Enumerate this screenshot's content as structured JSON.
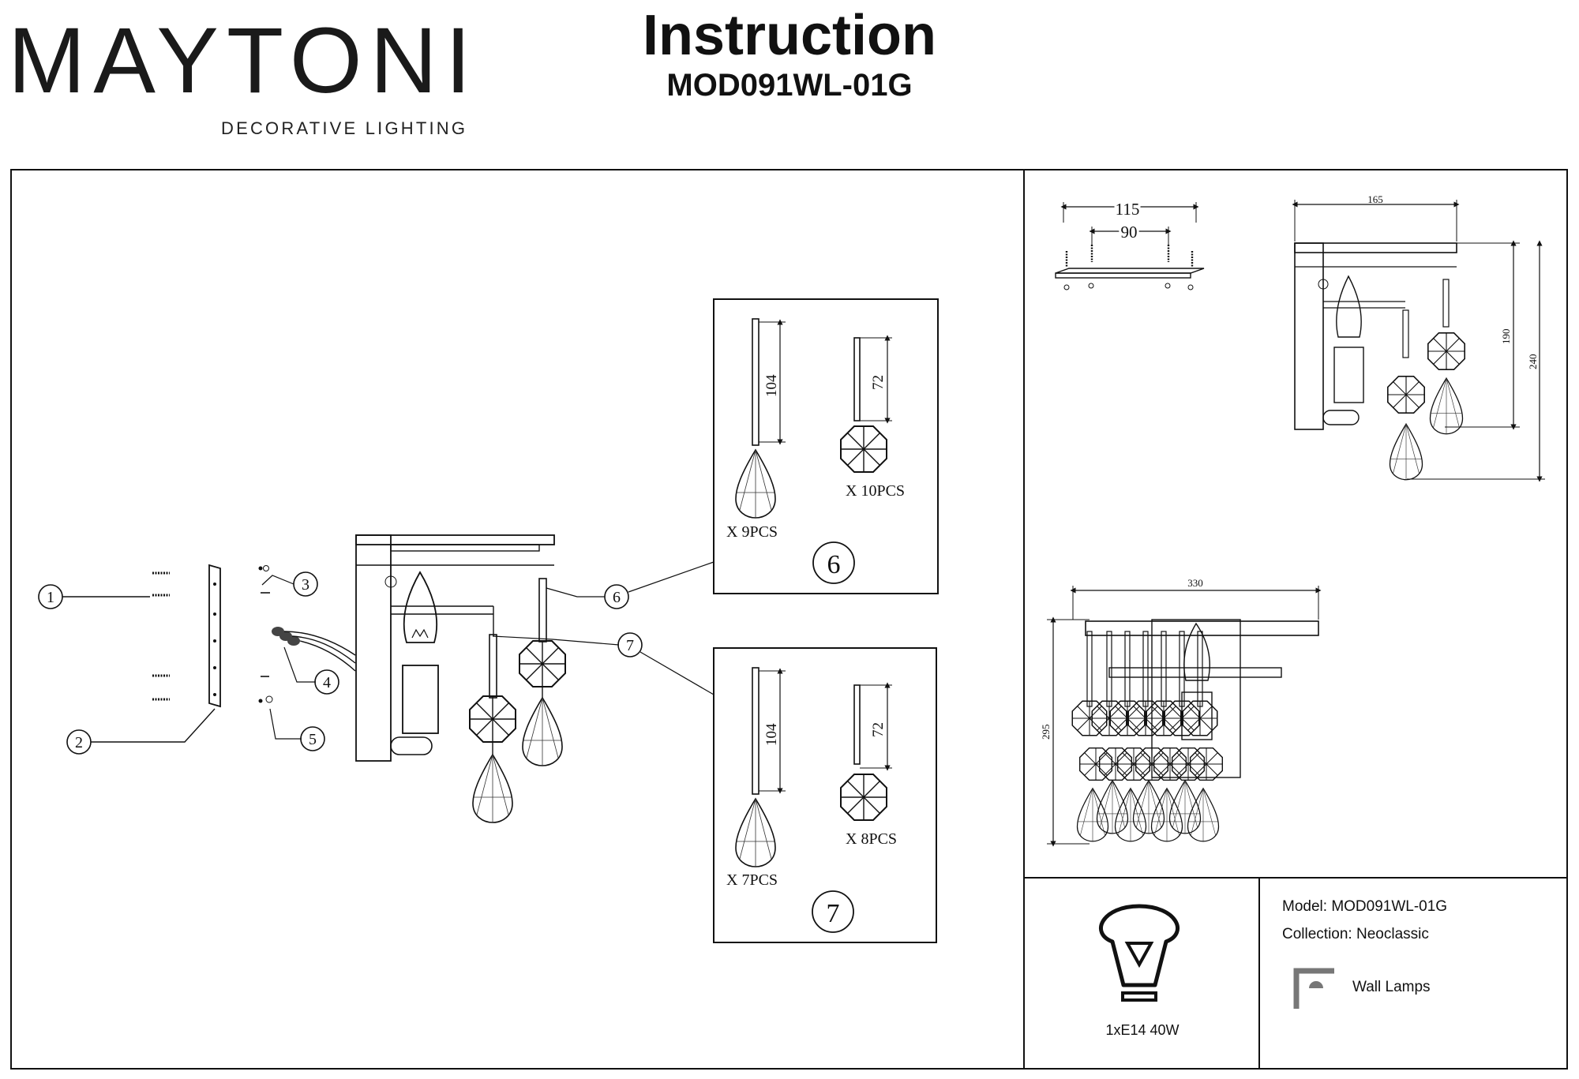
{
  "header": {
    "brand_name": "MAYTONI",
    "brand_tagline": "DECORATIVE LIGHTING",
    "title": "Instruction",
    "model_code": "MOD091WL-01G"
  },
  "parts": {
    "callouts": [
      "1",
      "2",
      "3",
      "4",
      "5",
      "6",
      "7"
    ],
    "box6": {
      "number": "6",
      "rod_length": "104",
      "crystal_length": "72",
      "rod_qty": "X  9PCS",
      "crystal_qty": "X  10PCS"
    },
    "box7": {
      "number": "7",
      "rod_length": "104",
      "crystal_length": "72",
      "rod_qty": "X  7PCS",
      "crystal_qty": "X  8PCS"
    }
  },
  "dimensions": {
    "plate_width": "115",
    "plate_hole_spacing": "90",
    "side_depth": "165",
    "side_height_inner": "190",
    "side_height_total": "240",
    "front_width": "330",
    "front_height": "295"
  },
  "specs": {
    "bulb": "1xE14 40W",
    "model_label": "Model:",
    "model_value": "MOD091WL-01G",
    "collection_label": "Collection:",
    "collection_value": "Neoclassic",
    "type_label": "Wall Lamps"
  },
  "icons": [
    "bulb-icon",
    "wall-lamp-icon"
  ]
}
